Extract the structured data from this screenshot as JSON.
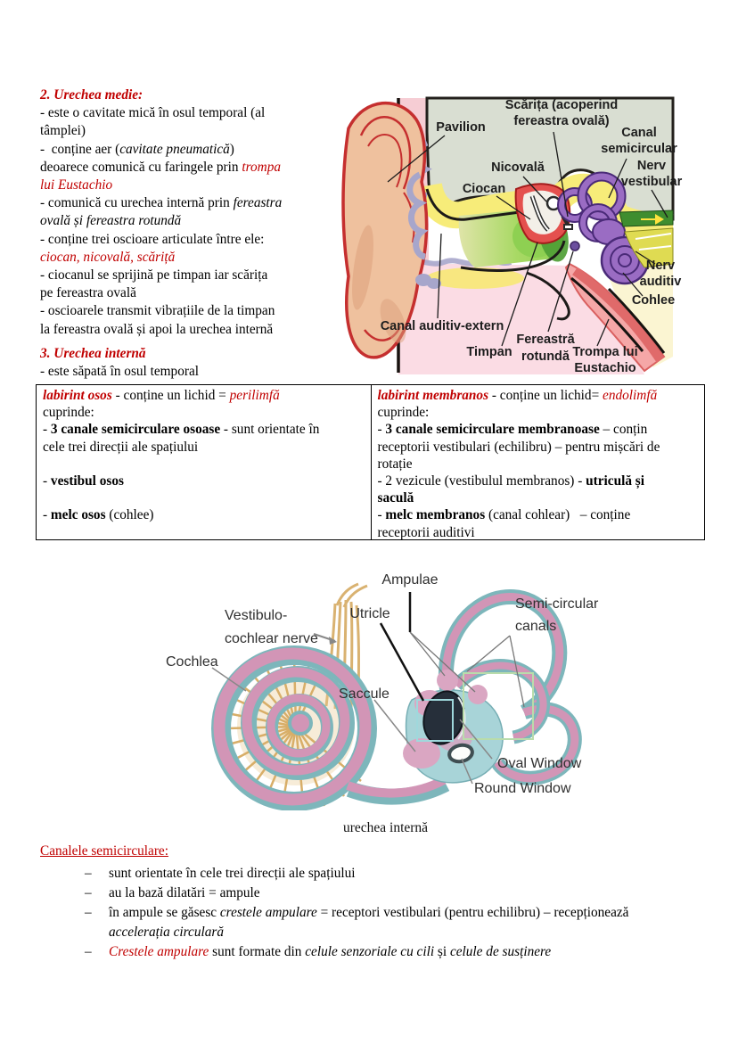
{
  "colors": {
    "accent_red": "#c00000",
    "table_border": "#000000"
  },
  "section_middle_ear": {
    "heading": "2. Urechea medie:",
    "lines": [
      [
        {
          "t": "- este o cavitate mică în osul temporal (al",
          "s": "n"
        }
      ],
      [
        {
          "t": "tâmplei)",
          "s": "n"
        }
      ],
      [
        {
          "t": "-  conține aer (",
          "s": "n"
        },
        {
          "t": "cavitate pneumatică",
          "s": "i"
        },
        {
          "t": ")",
          "s": "n"
        }
      ],
      [
        {
          "t": "deoarece comunică cu faringele prin ",
          "s": "n"
        },
        {
          "t": "trompa",
          "s": "ri"
        }
      ],
      [
        {
          "t": "lui Eustachio",
          "s": "ri"
        }
      ],
      [
        {
          "t": "- comunică cu urechea internă prin ",
          "s": "n"
        },
        {
          "t": "fereastra",
          "s": "i"
        }
      ],
      [
        {
          "t": "ovală și fereastra rotundă",
          "s": "i"
        }
      ],
      [
        {
          "t": "- conține trei oscioare articulate între ele:",
          "s": "n"
        }
      ],
      [
        {
          "t": "ciocan, nicovală, scăriță",
          "s": "ri"
        }
      ],
      [
        {
          "t": "- ciocanul se sprijină pe timpan iar scărița",
          "s": "n"
        }
      ],
      [
        {
          "t": "pe fereastra ovală",
          "s": "n"
        }
      ],
      [
        {
          "t": "- oscioarele transmit vibrațiile de la timpan",
          "s": "n"
        }
      ],
      [
        {
          "t": "la fereastra ovală și apoi la urechea internă",
          "s": "n"
        }
      ]
    ]
  },
  "section_inner_ear": {
    "heading": "3. Urechea internă",
    "lines": [
      [
        {
          "t": "- este săpată în osul temporal",
          "s": "n"
        }
      ]
    ]
  },
  "table": {
    "left": {
      "lines": [
        [
          {
            "t": "labirint osos",
            "s": "rbi"
          },
          {
            "t": " - conține un lichid = ",
            "s": "n"
          },
          {
            "t": "perilimfă",
            "s": "ri"
          }
        ],
        [
          {
            "t": "cuprinde:",
            "s": "n"
          }
        ],
        [
          {
            "t": "- ",
            "s": "n"
          },
          {
            "t": "3 canale semicirculare osoase",
            "s": "b"
          },
          {
            "t": " - sunt orientate în",
            "s": "n"
          }
        ],
        [
          {
            "t": "cele trei direcții ale spațiului",
            "s": "n"
          }
        ],
        [],
        [
          {
            "t": "- ",
            "s": "n"
          },
          {
            "t": "vestibul osos",
            "s": "b"
          }
        ],
        [],
        [
          {
            "t": "- ",
            "s": "n"
          },
          {
            "t": "melc osos",
            "s": "b"
          },
          {
            "t": " (cohlee)",
            "s": "n"
          }
        ]
      ]
    },
    "right": {
      "lines": [
        [
          {
            "t": "labirint membranos",
            "s": "rbi"
          },
          {
            "t": " - conține un lichid= ",
            "s": "n"
          },
          {
            "t": "endolimfă",
            "s": "ri"
          }
        ],
        [
          {
            "t": "cuprinde:",
            "s": "n"
          }
        ],
        [
          {
            "t": "- ",
            "s": "n"
          },
          {
            "t": "3 canale semicirculare membranoase",
            "s": "b"
          },
          {
            "t": " – conțin",
            "s": "n"
          }
        ],
        [
          {
            "t": "receptorii vestibulari (echilibru) – pentru mișcări de",
            "s": "n"
          }
        ],
        [
          {
            "t": "rotație",
            "s": "n"
          }
        ],
        [
          {
            "t": "- 2 vezicule (vestibulul membranos) - ",
            "s": "n"
          },
          {
            "t": "utriculă și",
            "s": "b"
          }
        ],
        [
          {
            "t": "saculă",
            "s": "b"
          }
        ],
        [
          {
            "t": "- ",
            "s": "n"
          },
          {
            "t": "melc membranos",
            "s": "b"
          },
          {
            "t": " (canal cohlear)   – conține",
            "s": "n"
          }
        ],
        [
          {
            "t": "receptorii auditivi",
            "s": "n"
          }
        ]
      ]
    }
  },
  "diagram_middle_ear": {
    "labels": {
      "pavilion": "Pavilion",
      "scarita_1": "Scărița (acoperind",
      "scarita_2": "fereastra ovală)",
      "canal_semicircular_1": "Canal",
      "canal_semicircular_2": "semicircular",
      "nicovala": "Nicovală",
      "ciocan": "Ciocan",
      "nerv_vestibular_1": "Nerv",
      "nerv_vestibular_2": "vestibular",
      "nerv_auditiv_1": "Nerv",
      "nerv_auditiv_2": "auditiv",
      "cohlee": "Cohlee",
      "canal_auditiv_extern": "Canal auditiv-extern",
      "timpan": "Timpan",
      "fereastra_1": "Fereastră",
      "fereastra_2": "rotundă",
      "trompa_1": "Trompa lui",
      "trompa_2": "Eustachio"
    }
  },
  "diagram_inner_ear": {
    "labels": {
      "ampulae": "Ampulae",
      "utricle": "Utricle",
      "semicircular_1": "Semi-circular",
      "semicircular_2": "canals",
      "vestibulo_1": "Vestibulo-",
      "vestibulo_2": "cochlear nerve",
      "cochlea": "Cochlea",
      "saccule": "Saccule",
      "oval_window": "Oval Window",
      "round_window": "Round Window"
    },
    "caption": "urechea internă"
  },
  "section_semicircular": {
    "heading": "Canalele semicirculare:",
    "marker": "–",
    "bullets": [
      {
        "m": 1,
        "segs": [
          {
            "t": "sunt orientate în cele trei direcții ale spațiului",
            "s": "n"
          }
        ]
      },
      {
        "m": 1,
        "segs": [
          {
            "t": "au la bază dilatări = ampule",
            "s": "n"
          }
        ]
      },
      {
        "m": 1,
        "segs": [
          {
            "t": "în ampule se găsesc ",
            "s": "n"
          },
          {
            "t": "crestele ampulare",
            "s": "i"
          },
          {
            "t": " = receptori vestibulari (pentru echilibru) – recepționează",
            "s": "n"
          }
        ]
      },
      {
        "m": 0,
        "segs": [
          {
            "t": "accelerația circulară",
            "s": "i"
          }
        ]
      },
      {
        "m": 1,
        "segs": [
          {
            "t": "Crestele ampulare",
            "s": "ri"
          },
          {
            "t": " sunt formate din ",
            "s": "n"
          },
          {
            "t": "celule senzoriale cu cili",
            "s": "i"
          },
          {
            "t": " și ",
            "s": "n"
          },
          {
            "t": "celule de susținere",
            "s": "i"
          }
        ]
      }
    ]
  }
}
